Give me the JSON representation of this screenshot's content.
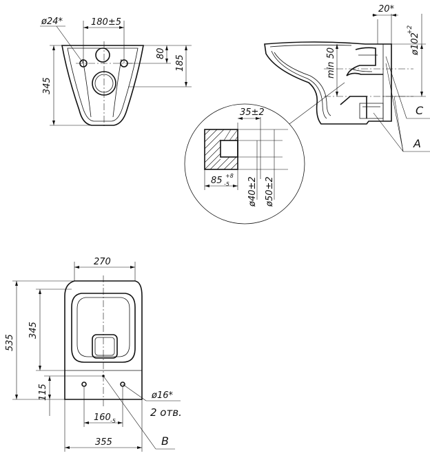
{
  "top_view": {
    "dia_hole": "ø24*",
    "dim_spacing": "180±5",
    "dim_80": "80",
    "dim_185": "185",
    "dim_345": "345"
  },
  "side_view": {
    "angle": "20*",
    "dia_102": "ø102",
    "dia_102_tol": "+2",
    "min50": "min 50",
    "label_c": "C",
    "label_a": "A"
  },
  "detail": {
    "dim_35": "35±2",
    "dim_85": "85",
    "dim_85_tol_up": "+8",
    "dim_85_tol_dn": "-5",
    "dia_40": "ø40±2",
    "dia_50": "ø50±2"
  },
  "bottom_view": {
    "dim_270": "270",
    "dim_535": "535",
    "dim_345": "345",
    "dim_115": "115",
    "dia_16": "ø16*",
    "holes_count": "2 отв.",
    "dim_160": "160",
    "dim_160_tol": "-5",
    "dim_355": "355",
    "label_b": "B"
  }
}
